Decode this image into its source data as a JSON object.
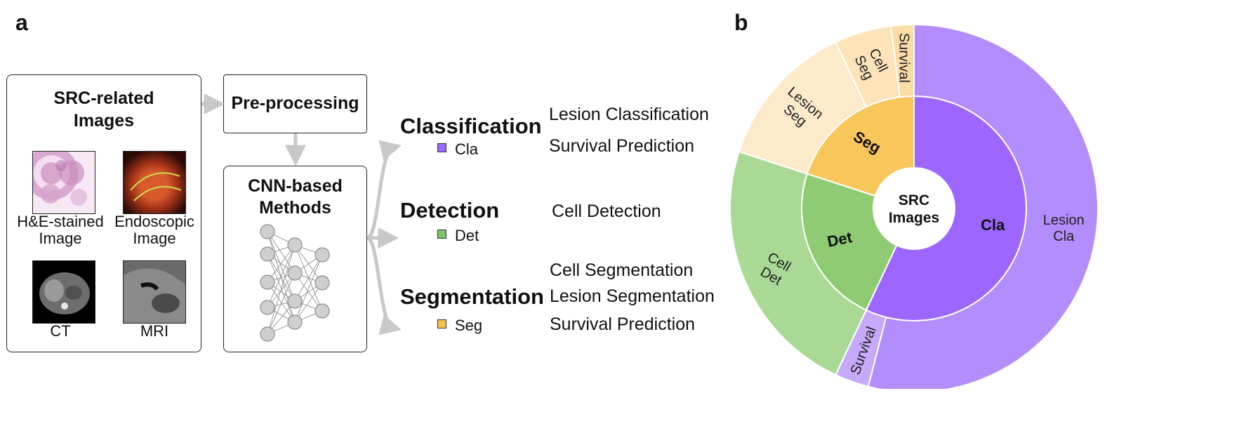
{
  "panel_a": {
    "label": "a",
    "images_box": {
      "title_line1": "SRC-related",
      "title_line2": "Images",
      "items": [
        {
          "label_line1": "H&E-stained",
          "label_line2": "Image"
        },
        {
          "label_line1": "Endoscopic",
          "label_line2": "Image"
        },
        {
          "label_line1": "CT",
          "label_line2": ""
        },
        {
          "label_line1": "MRI",
          "label_line2": ""
        }
      ]
    },
    "preprocessing_box": {
      "title": "Pre-processing"
    },
    "cnn_box": {
      "title_line1": "CNN-based",
      "title_line2": "Methods"
    },
    "categories": [
      {
        "title": "Classification",
        "legend": "Cla",
        "color": "#9b6bff",
        "tasks": [
          "Lesion Classification",
          "Survival Prediction"
        ]
      },
      {
        "title": "Detection",
        "legend": "Det",
        "color": "#7cc66a",
        "tasks": [
          "Cell Detection"
        ]
      },
      {
        "title": "Segmentation",
        "legend": "Seg",
        "color": "#f6c055",
        "tasks": [
          "Cell Segmentation",
          "Lesion Segmentation",
          "Survival Prediction"
        ]
      }
    ]
  },
  "panel_b": {
    "label": "b",
    "center_line1": "SRC",
    "center_line2": "Images",
    "inner_ring": [
      {
        "label": "Cla",
        "value": 57,
        "color": "#9d66ff"
      },
      {
        "label": "Det",
        "value": 23,
        "color": "#8fcb72"
      },
      {
        "label": "Seg",
        "value": 20,
        "color": "#f8c65a"
      }
    ],
    "outer_ring": [
      {
        "label_line1": "Lesion",
        "label_line2": "Cla",
        "value": 54,
        "color": "#b38dfb"
      },
      {
        "label_line1": "Survival",
        "label_line2": "",
        "value": 3,
        "color": "#c6a9fb"
      },
      {
        "label_line1": "Cell",
        "label_line2": "Det",
        "value": 23,
        "color": "#a9d995"
      },
      {
        "label_line1": "Lesion",
        "label_line2": "Seg",
        "value": 13,
        "color": "#fdeacb"
      },
      {
        "label_line1": "Cell",
        "label_line2": "Seg",
        "value": 5,
        "color": "#fde4b8"
      },
      {
        "label_line1": "Survival",
        "label_line2": "",
        "value": 2,
        "color": "#fbdca6"
      }
    ]
  },
  "colors": {
    "arrow": "#c8c8c8",
    "border": "#222222"
  }
}
